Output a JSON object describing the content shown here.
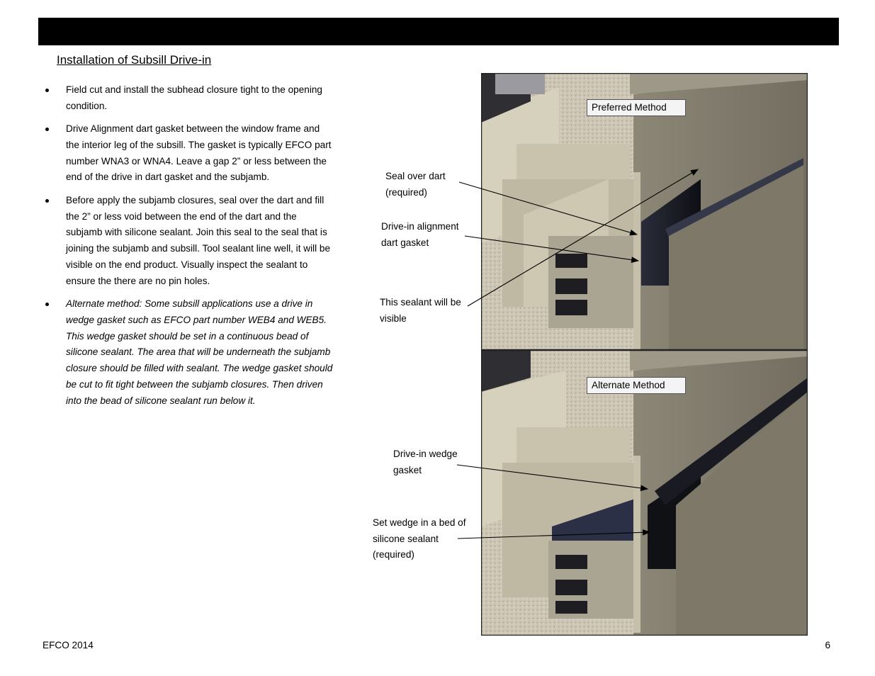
{
  "page": {
    "title": "Installation of Subsill Drive-in",
    "bullets": [
      "Field cut and install the subhead closure tight to the opening condition.",
      "Drive Alignment dart gasket between the window frame and the interior leg of the subsill.  The gasket is typically EFCO part number WNA3 or WNA4.  Leave a gap 2” or less between the end of the drive in dart gasket and the subjamb.",
      "Before apply the subjamb closures, seal over the dart and fill the 2” or less void between the end of the dart and the subjamb with silicone sealant.   Join this seal to the seal that is joining the subjamb and subsill.  Tool  sealant line well, it will be visible on the end product. Visually inspect the sealant to ensure the there are no pin holes.",
      "Alternate method: Some subsill applications use a drive in wedge gasket such as EFCO part number WEB4 and WEB5. This wedge gasket should be set in a continuous bead of silicone sealant.  The area that will be underneath the subjamb closure should be filled with sealant. The wedge gasket should be cut to fit tight between the subjamb closures. Then driven into the bead of silicone sealant run below it."
    ]
  },
  "figure": {
    "preferred_label": "Preferred Method",
    "alternate_label": "Alternate Method",
    "callouts": {
      "seal_over_dart": [
        "Seal over dart",
        "(required)"
      ],
      "drive_in_alignment": [
        "Drive-in alignment",
        "dart gasket"
      ],
      "sealant_visible": [
        "This sealant will be",
        "visible"
      ],
      "drive_in_wedge": [
        "Drive-in wedge",
        "gasket"
      ],
      "set_wedge": [
        "Set wedge in a bed of",
        "silicone sealant",
        "(required)"
      ]
    }
  },
  "footer": {
    "left": "EFCO 2014",
    "page_number": "6"
  }
}
